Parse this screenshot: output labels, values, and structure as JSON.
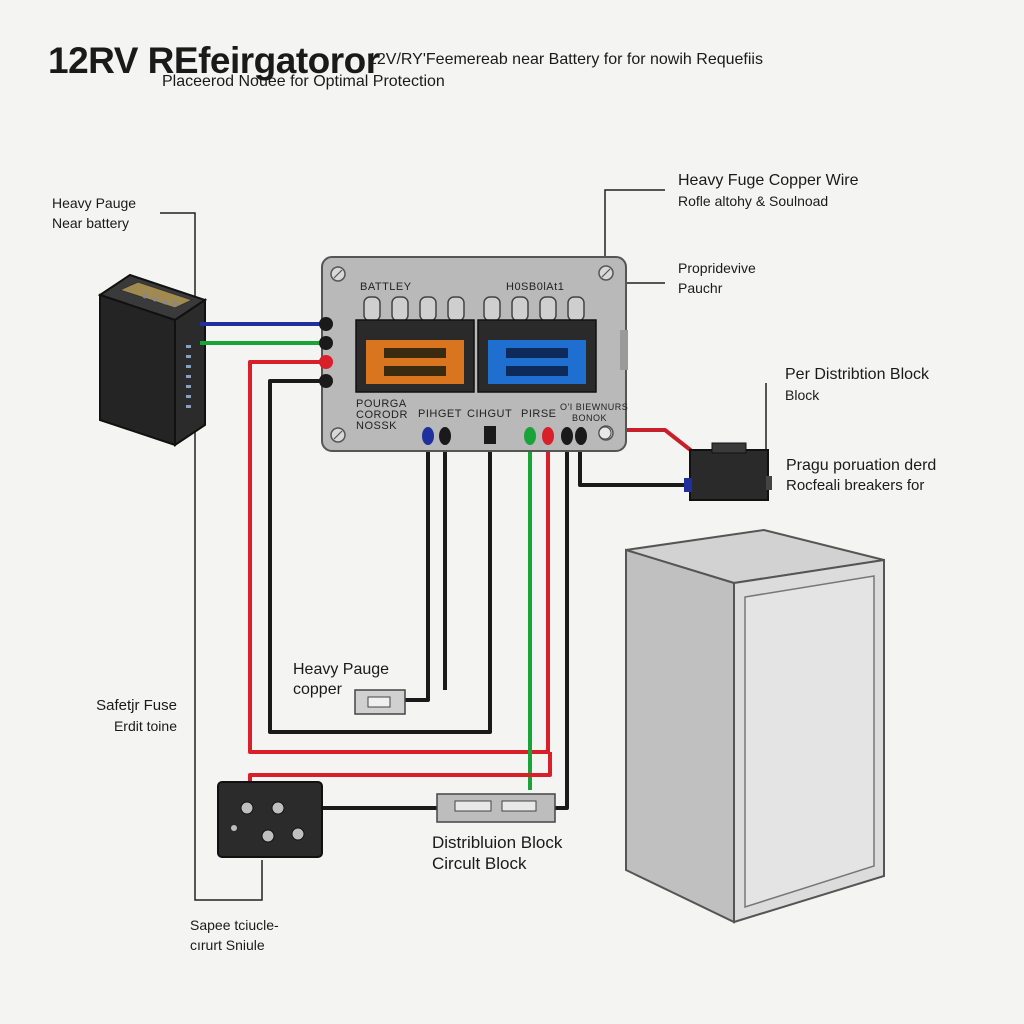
{
  "title": {
    "main": "12RV REfeirgatoror",
    "rest": "12V/RY'Feemereab near Battery for for nowih Requefiis",
    "subtitle": "Placeerod Nouee for Optimal Protection"
  },
  "labels": {
    "heavy_gauge_battery": [
      "Heavy Pauge",
      "Near battery"
    ],
    "heavy_fuse_copper": [
      "Heavy Fuge Copper Wire",
      "Rofle altohy & Soulnoad"
    ],
    "protective_pouch": [
      "Propridevive",
      "Pauchr"
    ],
    "distribution_block_right": [
      "Per Distribtion Block",
      "Block"
    ],
    "breakers_note": [
      "Pragu poruation derd",
      "Rocfeali breakers for"
    ],
    "heavy_gauge_copper": [
      "Heavy Paugе",
      "copper"
    ],
    "safety_fuse": [
      "Safetjr Fuse",
      "Erdit toine"
    ],
    "distribution_block_bottom": [
      "Distribluion Block",
      "Circult Block"
    ],
    "space_circuit": [
      "Sapee tciucle-",
      "cırurt Sniule"
    ]
  },
  "panel": {
    "battery_label": "BATTLEY",
    "right_label": "H0SB0lAt1",
    "bottom_left_label": [
      "POURGA",
      "CORODR",
      "NOSSK"
    ],
    "terminal_labels": [
      "PIHGET",
      "CIHGUT",
      "PIRSE",
      "O'I BIEWNURS",
      "BONOK"
    ]
  },
  "colors": {
    "wire_blue": "#1f2f9e",
    "wire_green": "#1aa336",
    "wire_red": "#d9202a",
    "wire_black": "#1a1a1a",
    "fuse_orange": "#d9741f",
    "fuse_blue": "#1f6fd0",
    "panel_gray": "#b9b9b9"
  },
  "icons": [
    "battery-icon",
    "fuse-panel-icon",
    "breaker-icon",
    "distribution-block-icon",
    "refrigerator-icon"
  ]
}
